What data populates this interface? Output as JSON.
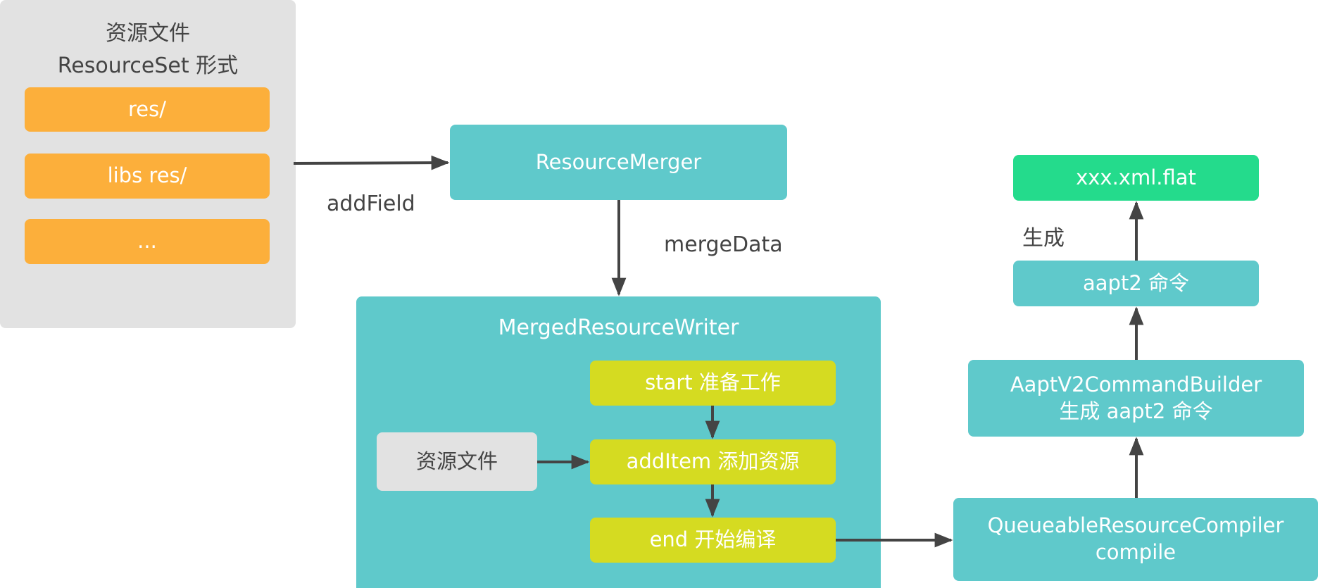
{
  "resource_set": {
    "title_line1": "资源文件",
    "title_line2": "ResourceSet 形式",
    "items": [
      "res/",
      "libs res/",
      "..."
    ]
  },
  "resource_merger": "ResourceMerger",
  "add_field": "addField",
  "merge_data": "mergeData",
  "writer": {
    "title": "MergedResourceWriter",
    "start": "start 准备工作",
    "add_item": "addItem 添加资源",
    "end": "end 开始编译",
    "source_files": "资源文件"
  },
  "compiler": {
    "line1": "QueueableResourceCompiler",
    "line2": "compile"
  },
  "builder": {
    "line1": "AaptV2CommandBuilder",
    "line2": "生成 aapt2 命令"
  },
  "aapt2_command": "aapt2 命令",
  "generate_label": "生成",
  "output_file": "xxx.xml.flat"
}
